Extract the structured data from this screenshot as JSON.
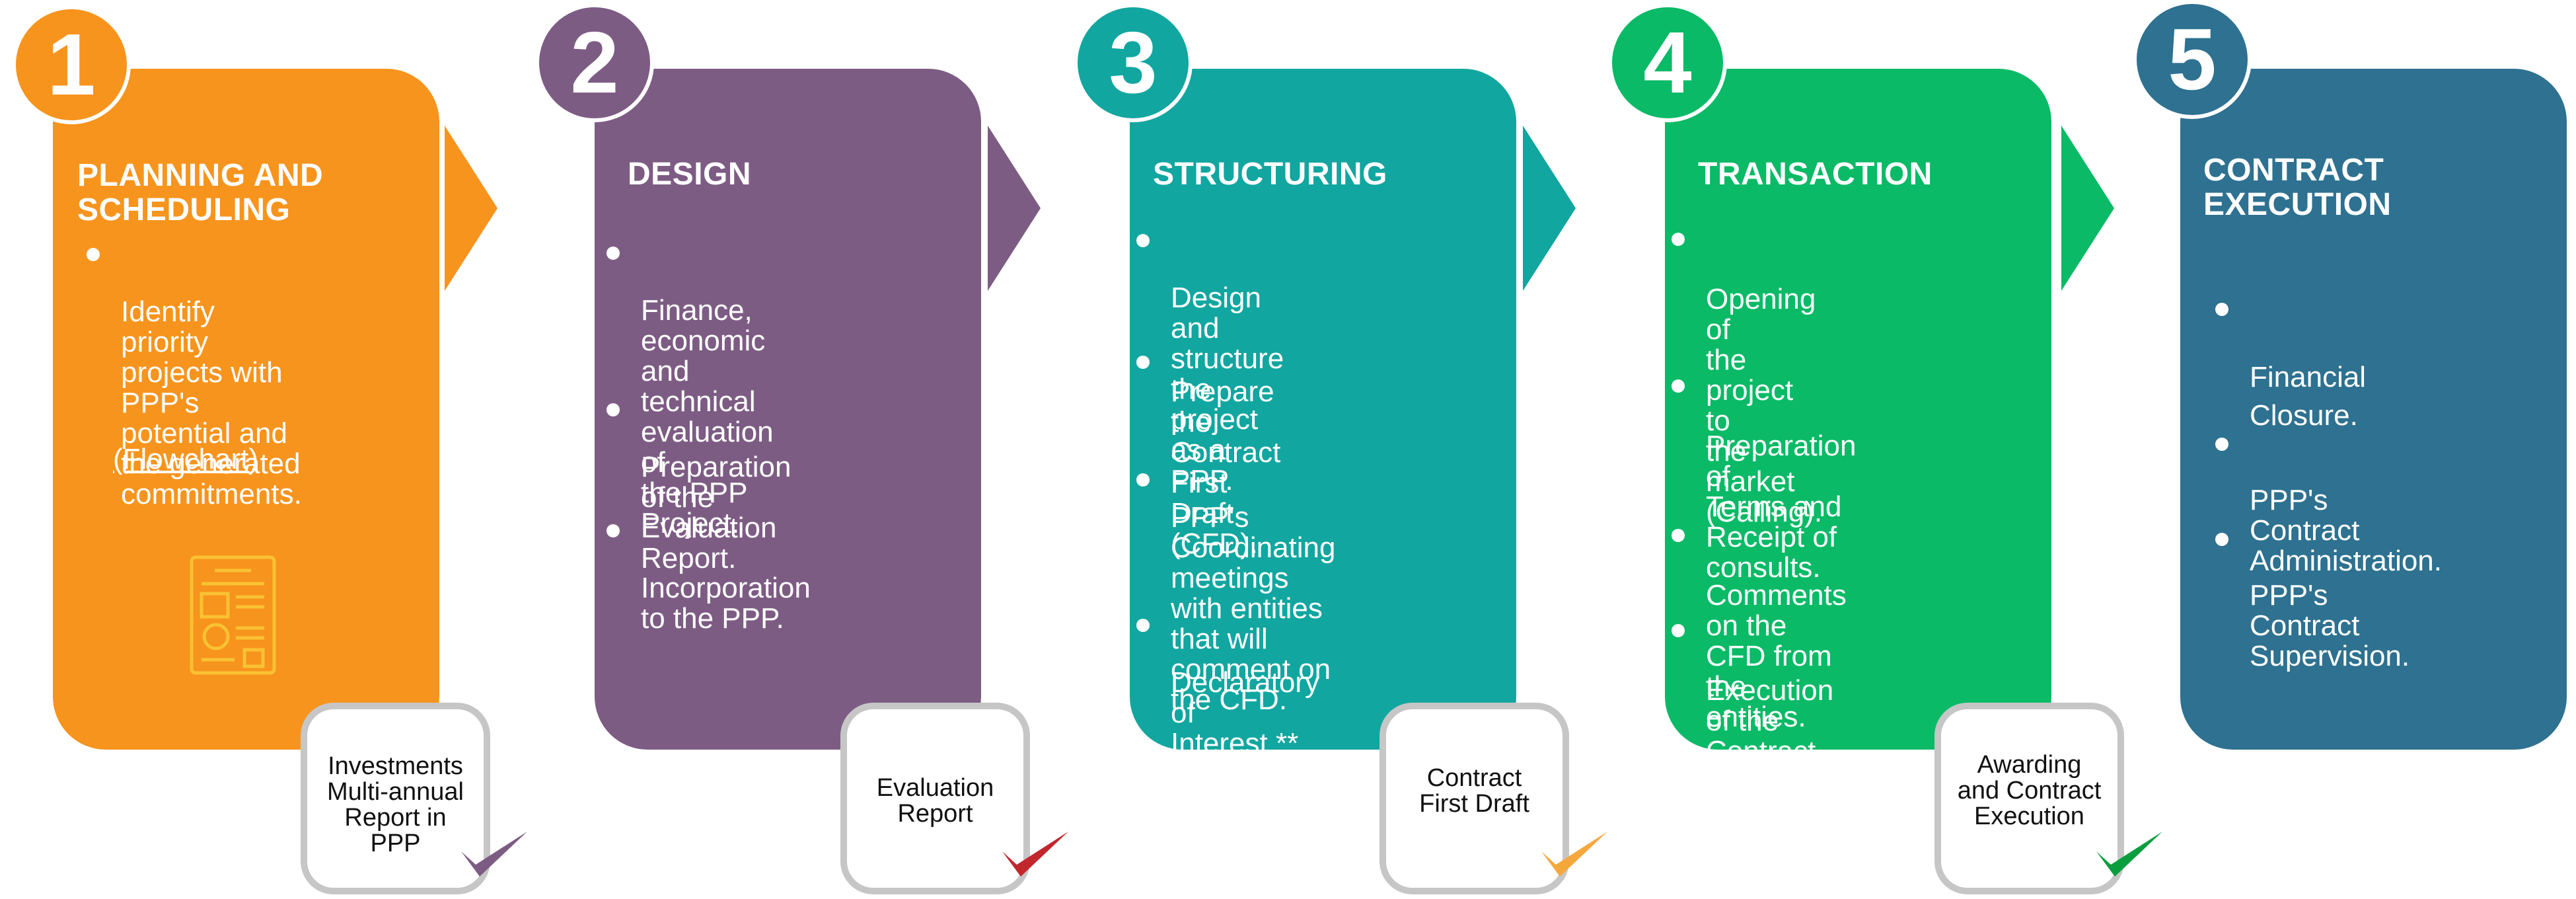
{
  "colors": {
    "planning": "#F7941D",
    "design": "#7D5C84",
    "structuring": "#12A6A0",
    "transaction": "#0ABA66",
    "execution": "#2E7190",
    "output_border": "#C6C6C6"
  },
  "stages": [
    {
      "number": "1",
      "title": "PLANNING AND\nSCHEDULING",
      "bullets": [
        "Identify priority\nprojects with\nPPP's\npotential and\nthe generated\ncommitments."
      ],
      "link": "(Flowchart)",
      "icon": "report-document-icon",
      "output": "Investments\nMulti-annual\nReport in\nPPP",
      "check_color": "#7D5C84"
    },
    {
      "number": "2",
      "title": "DESIGN",
      "bullets": [
        "Finance, economic and\ntechnical evaluation of\nthe PPP Project.",
        "Preparation of the\nEvaluation Report.",
        "Incorporation\nto the PPP."
      ],
      "output": "Evaluation\nReport",
      "check_color": "#C1272D"
    },
    {
      "number": "3",
      "title": "STRUCTURING",
      "bullets": [
        "Design and structure\nthe project as a PPP.",
        "Prepare the\nContract First\nDraft (CFD).",
        "PPP's Coordinating\nmeetings with entities\nthat will comment on\nthe CFD.",
        "Declaratory of\nInterest.**"
      ],
      "output": "Contract\nFirst Draft",
      "check_color": "#F4A83C"
    },
    {
      "number": "4",
      "title": "TRANSACTION",
      "bullets": [
        "Opening of\nthe project to\nthe market\n(Calling).",
        "Preparation of\nTerms and\nReceipt of\nconsults.",
        "Comments on the\nCFD from the entities.",
        "Execution of the\nContract."
      ],
      "output": "Awarding\nand Contract\nExecution",
      "check_color": "#0A9E3E"
    },
    {
      "number": "5",
      "title": "CONTRACT\nEXECUTION",
      "bullets": [
        "Financial\nClosure.",
        "PPP's  Contract\nAdministration.",
        "PPP's Contract\nSupervision."
      ]
    }
  ]
}
